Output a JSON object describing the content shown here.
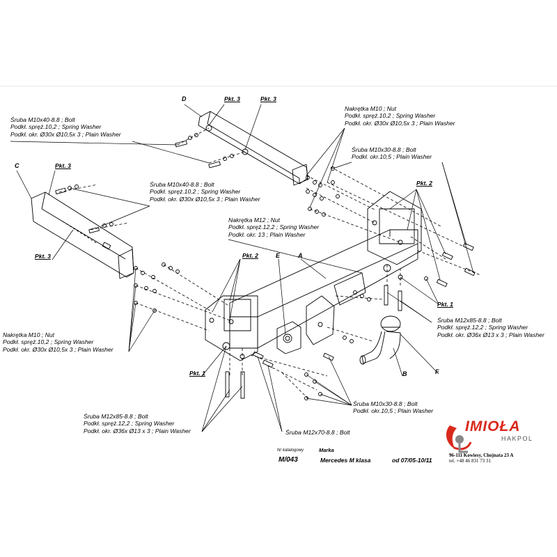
{
  "callouts": {
    "bolt_d": [
      "Śruba M10x40-8.8 ;  Bolt",
      "Podkł. spręż.10,2 ; Spring Washer",
      "Podkł. okr. Ø30x Ø10,5x 3 ; Plain Washer"
    ],
    "bolt_c": [
      "Śruba M10x40-8.8 ;  Bolt",
      "Podkł. spręż.10,2 ; Spring Washer",
      "Podkł. okr. Ø30x Ø10,5x 3 ; Plain Washer"
    ],
    "nut_top": [
      "Nakrętka  M10 ; Nut",
      "Podkł. spręż.10,2 ; Spring Washer",
      "Podkł. okr. Ø30x Ø10,5x 3 ; Plain Washer"
    ],
    "bolt_right_top": [
      "Śruba M10x30-8.8 ;  Bolt",
      "Podkł. okr.10,5 ; Plain Washer"
    ],
    "nut_m12": [
      "Nakrętka  M12 ; Nut",
      "Podkł. spręż.12,2 ; Spring Washer",
      "Podkł. okr. 13 ; Plain Washer"
    ],
    "nut_left": [
      "Nakrętka  M10 ; Nut",
      "Podkł. spręż.10,2 ; Spring Washer",
      "Podkł. okr. Ø30x Ø10,5x 3 ; Plain Washer"
    ],
    "bolt_m12_right": [
      "Śruba M12x85-8.8 ;  Bolt",
      "Podkł. spręż.12,2 ; Spring Washer",
      "Podkł. okr. Ø36x Ø13 x 3 ; Plain Washer"
    ],
    "bolt_right_bottom": [
      "Śruba M10x30-8.8 ;  Bolt",
      "Podkł. okr.10,5 ; Plain Washer"
    ],
    "bolt_m12_left": [
      "Śruba M12x85-8.8 ;  Bolt",
      "Podkł. spręż.12,2 ; Spring Washer",
      "Podkł. okr. Ø36x Ø13 x 3 ; Plain Washer"
    ],
    "bolt_m12x70": [
      "Śruba M12x70-8.8 ;  Bolt"
    ]
  },
  "points": {
    "pkt3_d1": "Pkt. 3",
    "pkt3_d2": "Pkt. 3",
    "pkt3_c1": "Pkt. 3",
    "pkt3_c2": "Pkt. 3",
    "pkt2_right": "Pkt. 2",
    "pkt2_left": "Pkt. 2",
    "pkt1_right": "Pkt. 1",
    "pkt1_left": "Pkt. 1"
  },
  "parts": {
    "A": "A",
    "B": "B",
    "C": "C",
    "D": "D",
    "E": "E",
    "F": "F"
  },
  "footer": {
    "catalog_label": "Nr katalogowy",
    "catalog_number": "M/043",
    "brand_label": "Marka",
    "brand_value": "Mercedes M klasa",
    "date_value": "od 07/05-10/11"
  },
  "company": {
    "logo_text": "IMIOŁA",
    "logo_sub": "HAKPOL",
    "address": "96-111 Kowiesy, Chojnata 23 A",
    "phone": "tel. +48 46 831 73 31",
    "brand_color": "#d9291c"
  }
}
